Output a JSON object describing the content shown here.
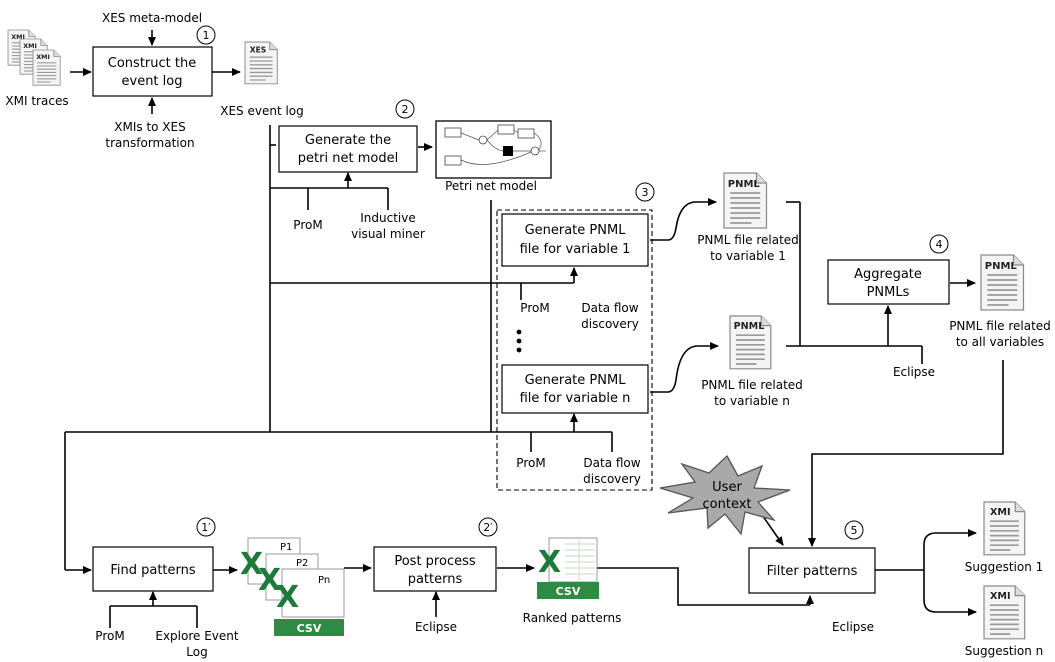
{
  "steps": {
    "construct_event_log": [
      "Construct the",
      "event log"
    ],
    "generate_petri_net": [
      "Generate the",
      "petri net model"
    ],
    "generate_pnml_1": [
      "Generate PNML",
      "file for variable 1"
    ],
    "generate_pnml_n": [
      "Generate PNML",
      "file for variable n"
    ],
    "aggregate_pnmls": [
      "Aggregate",
      "PNMLs"
    ],
    "find_patterns": "Find patterns",
    "post_process_patterns": [
      "Post process",
      "patterns"
    ],
    "filter_patterns": "Filter patterns"
  },
  "step_numbers": {
    "construct_event_log": "1",
    "generate_petri_net": "2",
    "generate_pnml": "3",
    "aggregate_pnmls": "4",
    "filter_patterns": "5",
    "find_patterns": "1′",
    "post_process_patterns": "2′"
  },
  "labels": {
    "xes_meta_model": "XES meta-model",
    "xmis_to_xes": [
      "XMIs to XES",
      "transformation"
    ],
    "xmi_traces": "XMI traces",
    "xes_event_log": "XES event log",
    "prom_1": "ProM",
    "inductive_visual_miner": [
      "Inductive",
      "visual miner"
    ],
    "petri_net_model": "Petri net model",
    "prom_2": "ProM",
    "data_flow_discovery_1": [
      "Data flow",
      "discovery"
    ],
    "prom_3": "ProM",
    "data_flow_discovery_2": [
      "Data flow",
      "discovery"
    ],
    "pnml_var_1": [
      "PNML file related",
      "to variable 1"
    ],
    "pnml_var_n": [
      "PNML file related",
      "to variable n"
    ],
    "pnml_all": [
      "PNML file related",
      "to all variables"
    ],
    "eclipse_aggregate": "Eclipse",
    "user_context": [
      "User",
      "context"
    ],
    "prom_4": "ProM",
    "explore_event_log": [
      "Explore Event",
      "Log"
    ],
    "eclipse_post": "Eclipse",
    "ranked_patterns": "Ranked patterns",
    "eclipse_filter": "Eclipse",
    "suggestion_1": "Suggestion 1",
    "suggestion_n": "Suggestion n"
  },
  "doc_icons": {
    "xmi": "XMI",
    "xes": "XES",
    "pnml": "PNML",
    "csv": "CSV",
    "csv_pages": [
      "P1",
      "P2",
      "Pn"
    ]
  },
  "colors": {
    "csv_green": "#2e8b43",
    "excel_x": "#1e7a3a",
    "burst_fill": "#a9a9a9",
    "doc_lines": "#9a9a9a"
  }
}
